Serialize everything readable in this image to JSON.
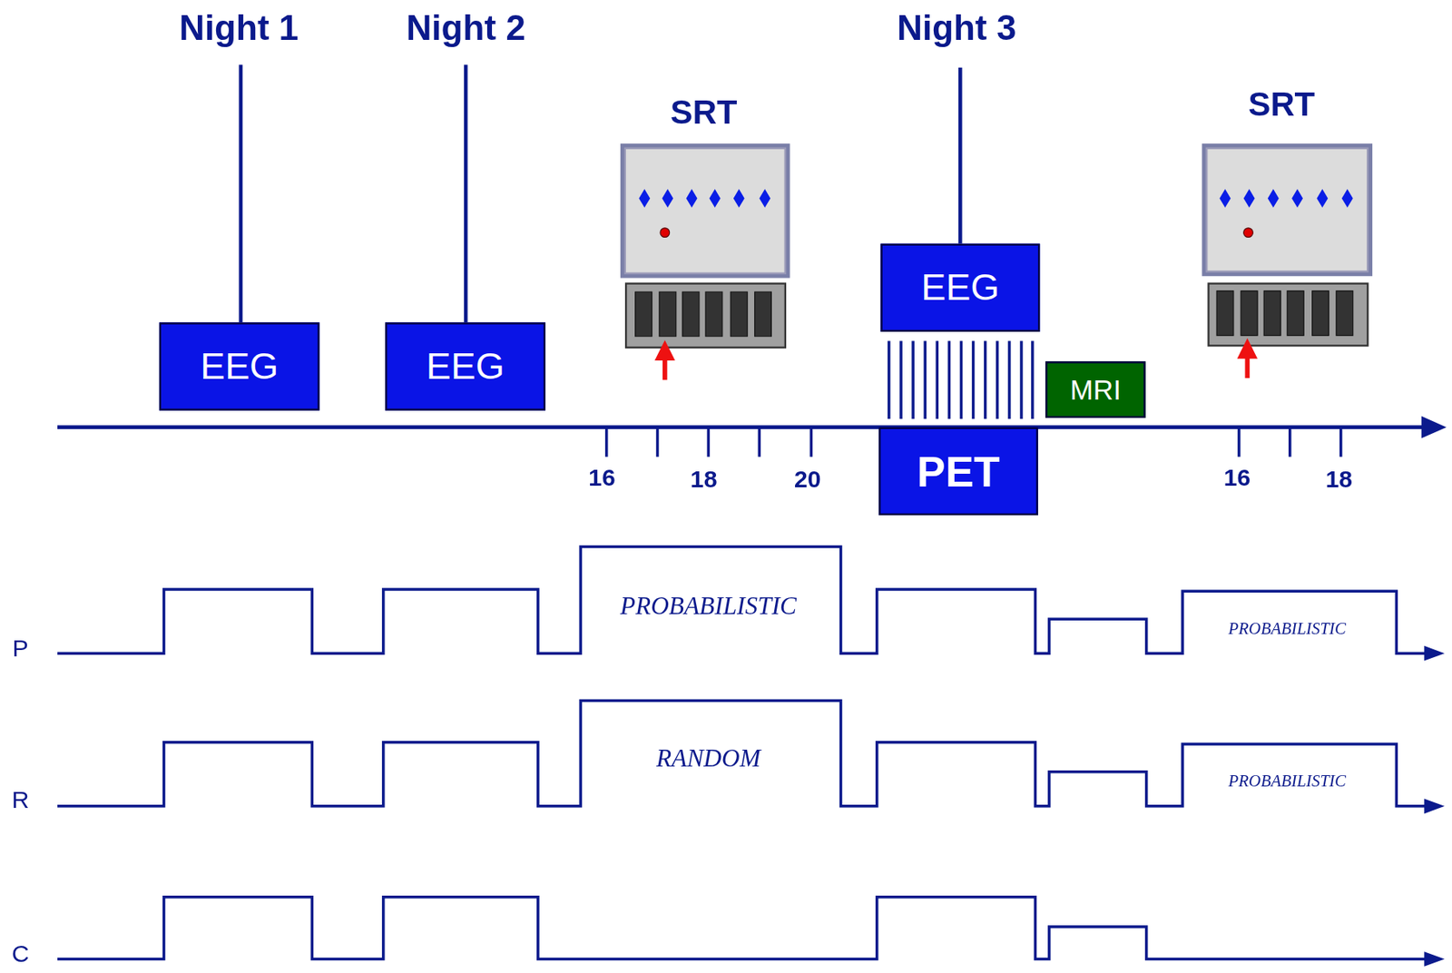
{
  "diagram": {
    "nodes": [
      {
        "text": [
          "EEG"
        ]
      },
      {
        "text": [
          "EEG"
        ]
      },
      {
        "text": [
          "EEG"
        ]
      },
      {
        "text": [
          "PET"
        ]
      },
      {
        "text": [
          "MRI"
        ]
      }
    ],
    "labels": [
      "Night 1",
      "Night 2",
      "Night 3",
      "SRT",
      "SRT",
      "16",
      "18",
      "20",
      "16",
      "18",
      "PROBABILISTIC",
      "RANDOM",
      "PROBABILISTIC",
      "PROBABILISTIC",
      "P",
      "R",
      "C"
    ]
  }
}
